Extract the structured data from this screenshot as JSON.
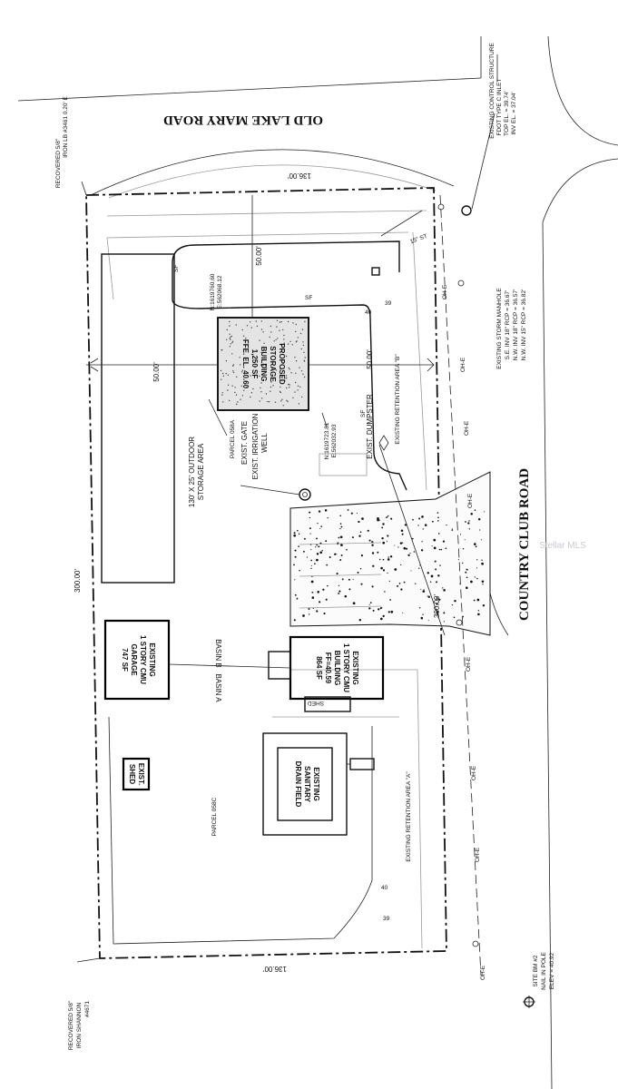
{
  "roads": {
    "old_lake_mary": "OLD LAKE MARY ROAD",
    "country_club": "COUNTRY CLUB ROAD"
  },
  "watermark": "Stellar MLS",
  "dimensions": {
    "top": "136.00'",
    "bottom": "136.00'",
    "left": "300.00'",
    "right": "300.00'",
    "setback_top": "50.00'",
    "setback_left": "50.00'",
    "setback_right": "50.00'"
  },
  "notes": {
    "recovered_top_1": "RECOVERED 5/8\"",
    "recovered_top_2": "IRON LB #3461 0.20' E",
    "recovered_bottom_1": "RECOVERED 5/8\"",
    "recovered_bottom_2": "IRON SHANNON",
    "recovered_bottom_3": "#4671",
    "control_1": "EXISTING CONTROL STRUCTURE",
    "control_2": "FDOT TYPE C INLET",
    "control_3": "TOP EL. = 39.74'",
    "control_4": "INV EL. = 37.04'",
    "manhole_1": "EXISTING STORM MANHOLE",
    "manhole_2": "S.E. INV 18\" RCP = 36.67'",
    "manhole_3": "N.W. INV 18\" RCP = 36.57'",
    "manhole_4": "N.W. INV 15\" RCP = 36.82'",
    "bm_1": "SITE BM #2",
    "bm_2": "NAIL IN POLE",
    "bm_3": "ELEV = 40.92",
    "pipe": "15\" ST",
    "coord_top_1": "N:1619760.60",
    "coord_top_2": "E:562068.12",
    "coord_bottom_1": "N:1619723.81",
    "coord_bottom_2": "E:562032.93"
  },
  "labels": {
    "outdoor_storage_1": "130' X 25' OUTDOOR",
    "outdoor_storage_2": "STORAGE AREA",
    "parcel_a": "PARCEL 058A",
    "parcel_c": "PARCEL 058C",
    "gate": "EXIST. GATE",
    "irrigation_1": "EXIST. IRRIGATION",
    "irrigation_2": "WELL",
    "dumpster": "EXIST. DUMPSTER",
    "retention_b": "EXISTING RETENTION AREA \"B\"",
    "retention_a": "EXISTING RETENTION AREA \"A\"",
    "basin_b": "BASIN B",
    "basin_a": "BASIN A",
    "shed": "SHED"
  },
  "buildings": {
    "proposed": [
      "PROPOSED",
      "STORAGE",
      "BUILDING",
      "1,250 SF",
      "FFE. EL. 40.60"
    ],
    "garage": [
      "EXISTING",
      "1 STORY CMU",
      "GARAGE",
      "747 SF"
    ],
    "cmu": [
      "EXISTING",
      "1 STORY CMU",
      "BUILDING",
      "FF=40.59",
      "864 SF"
    ],
    "drainfield": [
      "EXISTING",
      "SANITARY",
      "DRAIN FIELD"
    ],
    "shed": [
      "EXIST.",
      "SHED"
    ]
  },
  "line_labels": {
    "oh": "OH-E",
    "sf": "SF"
  },
  "contours": [
    "40",
    "39",
    "40",
    "39"
  ]
}
